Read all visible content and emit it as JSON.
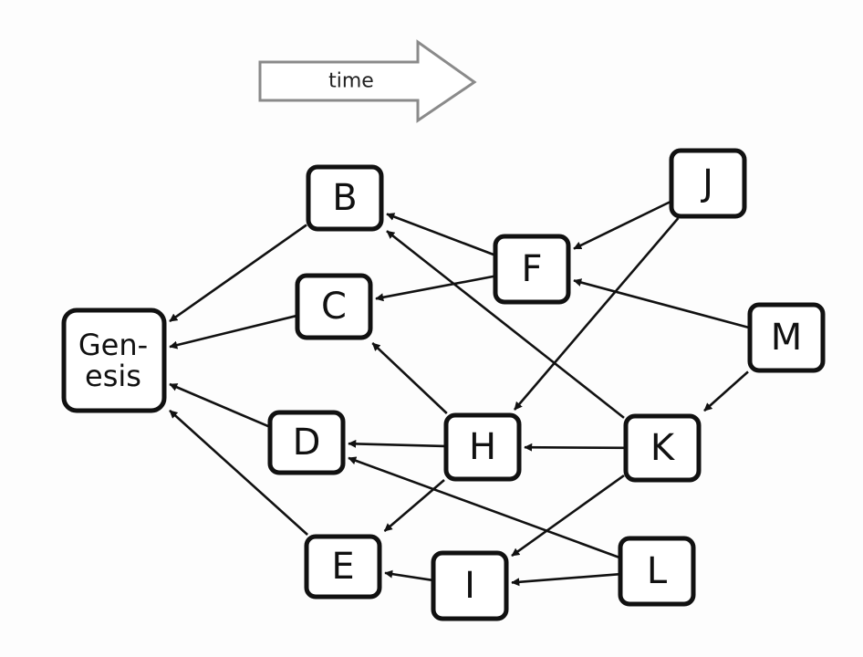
{
  "time_arrow": {
    "label": "time"
  },
  "nodes": {
    "genesis": {
      "line1": "Gen-",
      "line2": "esis"
    },
    "B": "B",
    "C": "C",
    "D": "D",
    "E": "E",
    "F": "F",
    "H": "H",
    "I": "I",
    "J": "J",
    "K": "K",
    "L": "L",
    "M": "M"
  },
  "edges": [
    [
      "B",
      "Genesis"
    ],
    [
      "C",
      "Genesis"
    ],
    [
      "D",
      "Genesis"
    ],
    [
      "E",
      "Genesis"
    ],
    [
      "F",
      "B"
    ],
    [
      "F",
      "C"
    ],
    [
      "J",
      "F"
    ],
    [
      "J",
      "H"
    ],
    [
      "M",
      "F"
    ],
    [
      "M",
      "K"
    ],
    [
      "K",
      "B"
    ],
    [
      "K",
      "H"
    ],
    [
      "K",
      "I"
    ],
    [
      "H",
      "C"
    ],
    [
      "H",
      "D"
    ],
    [
      "H",
      "E"
    ],
    [
      "L",
      "D"
    ],
    [
      "L",
      "I"
    ],
    [
      "I",
      "E"
    ]
  ],
  "colors": {
    "node_border": "#111111",
    "edge": "#111111",
    "time_arrow_border": "#8a8a8a",
    "background": "#fdfdfd"
  }
}
